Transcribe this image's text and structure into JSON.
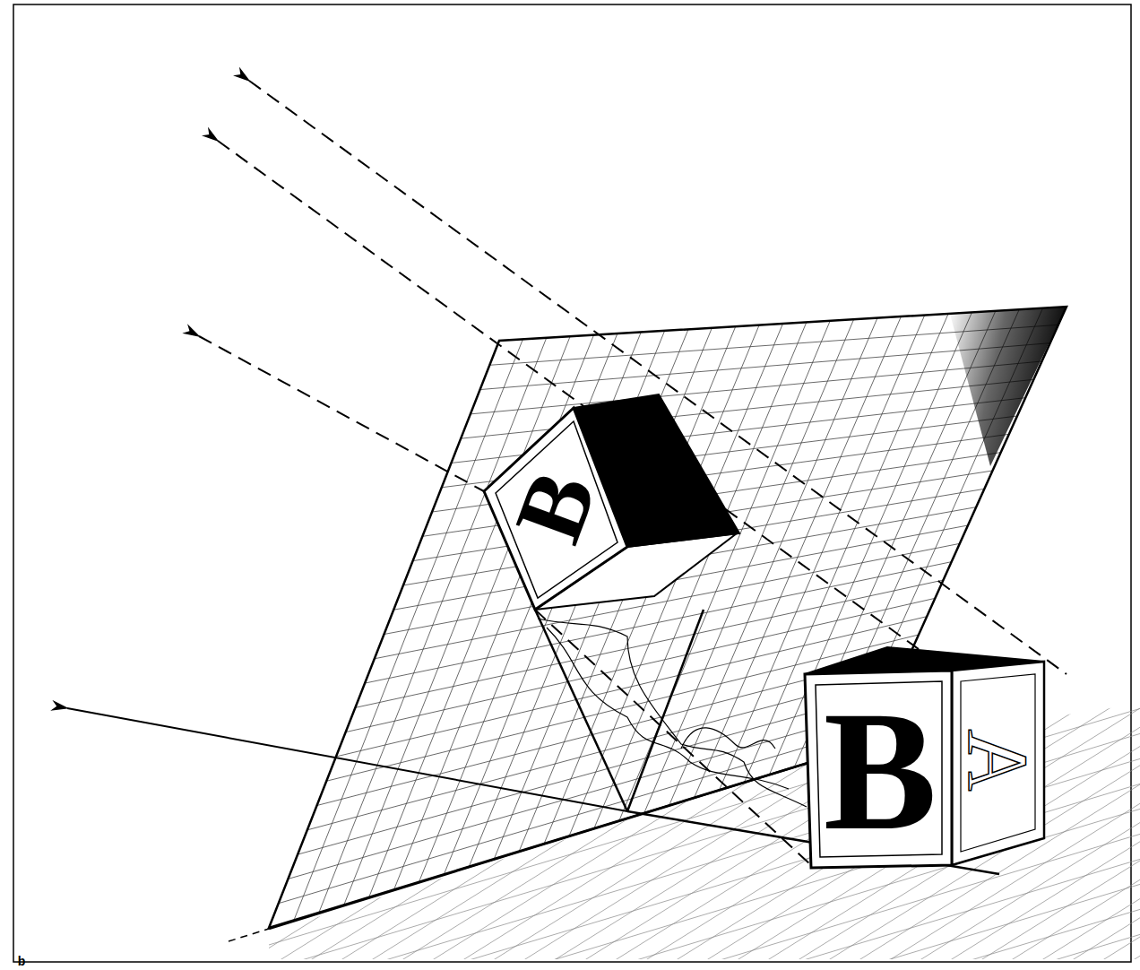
{
  "diagram": {
    "labels": [
      "B",
      "B",
      "A",
      "b"
    ]
  }
}
